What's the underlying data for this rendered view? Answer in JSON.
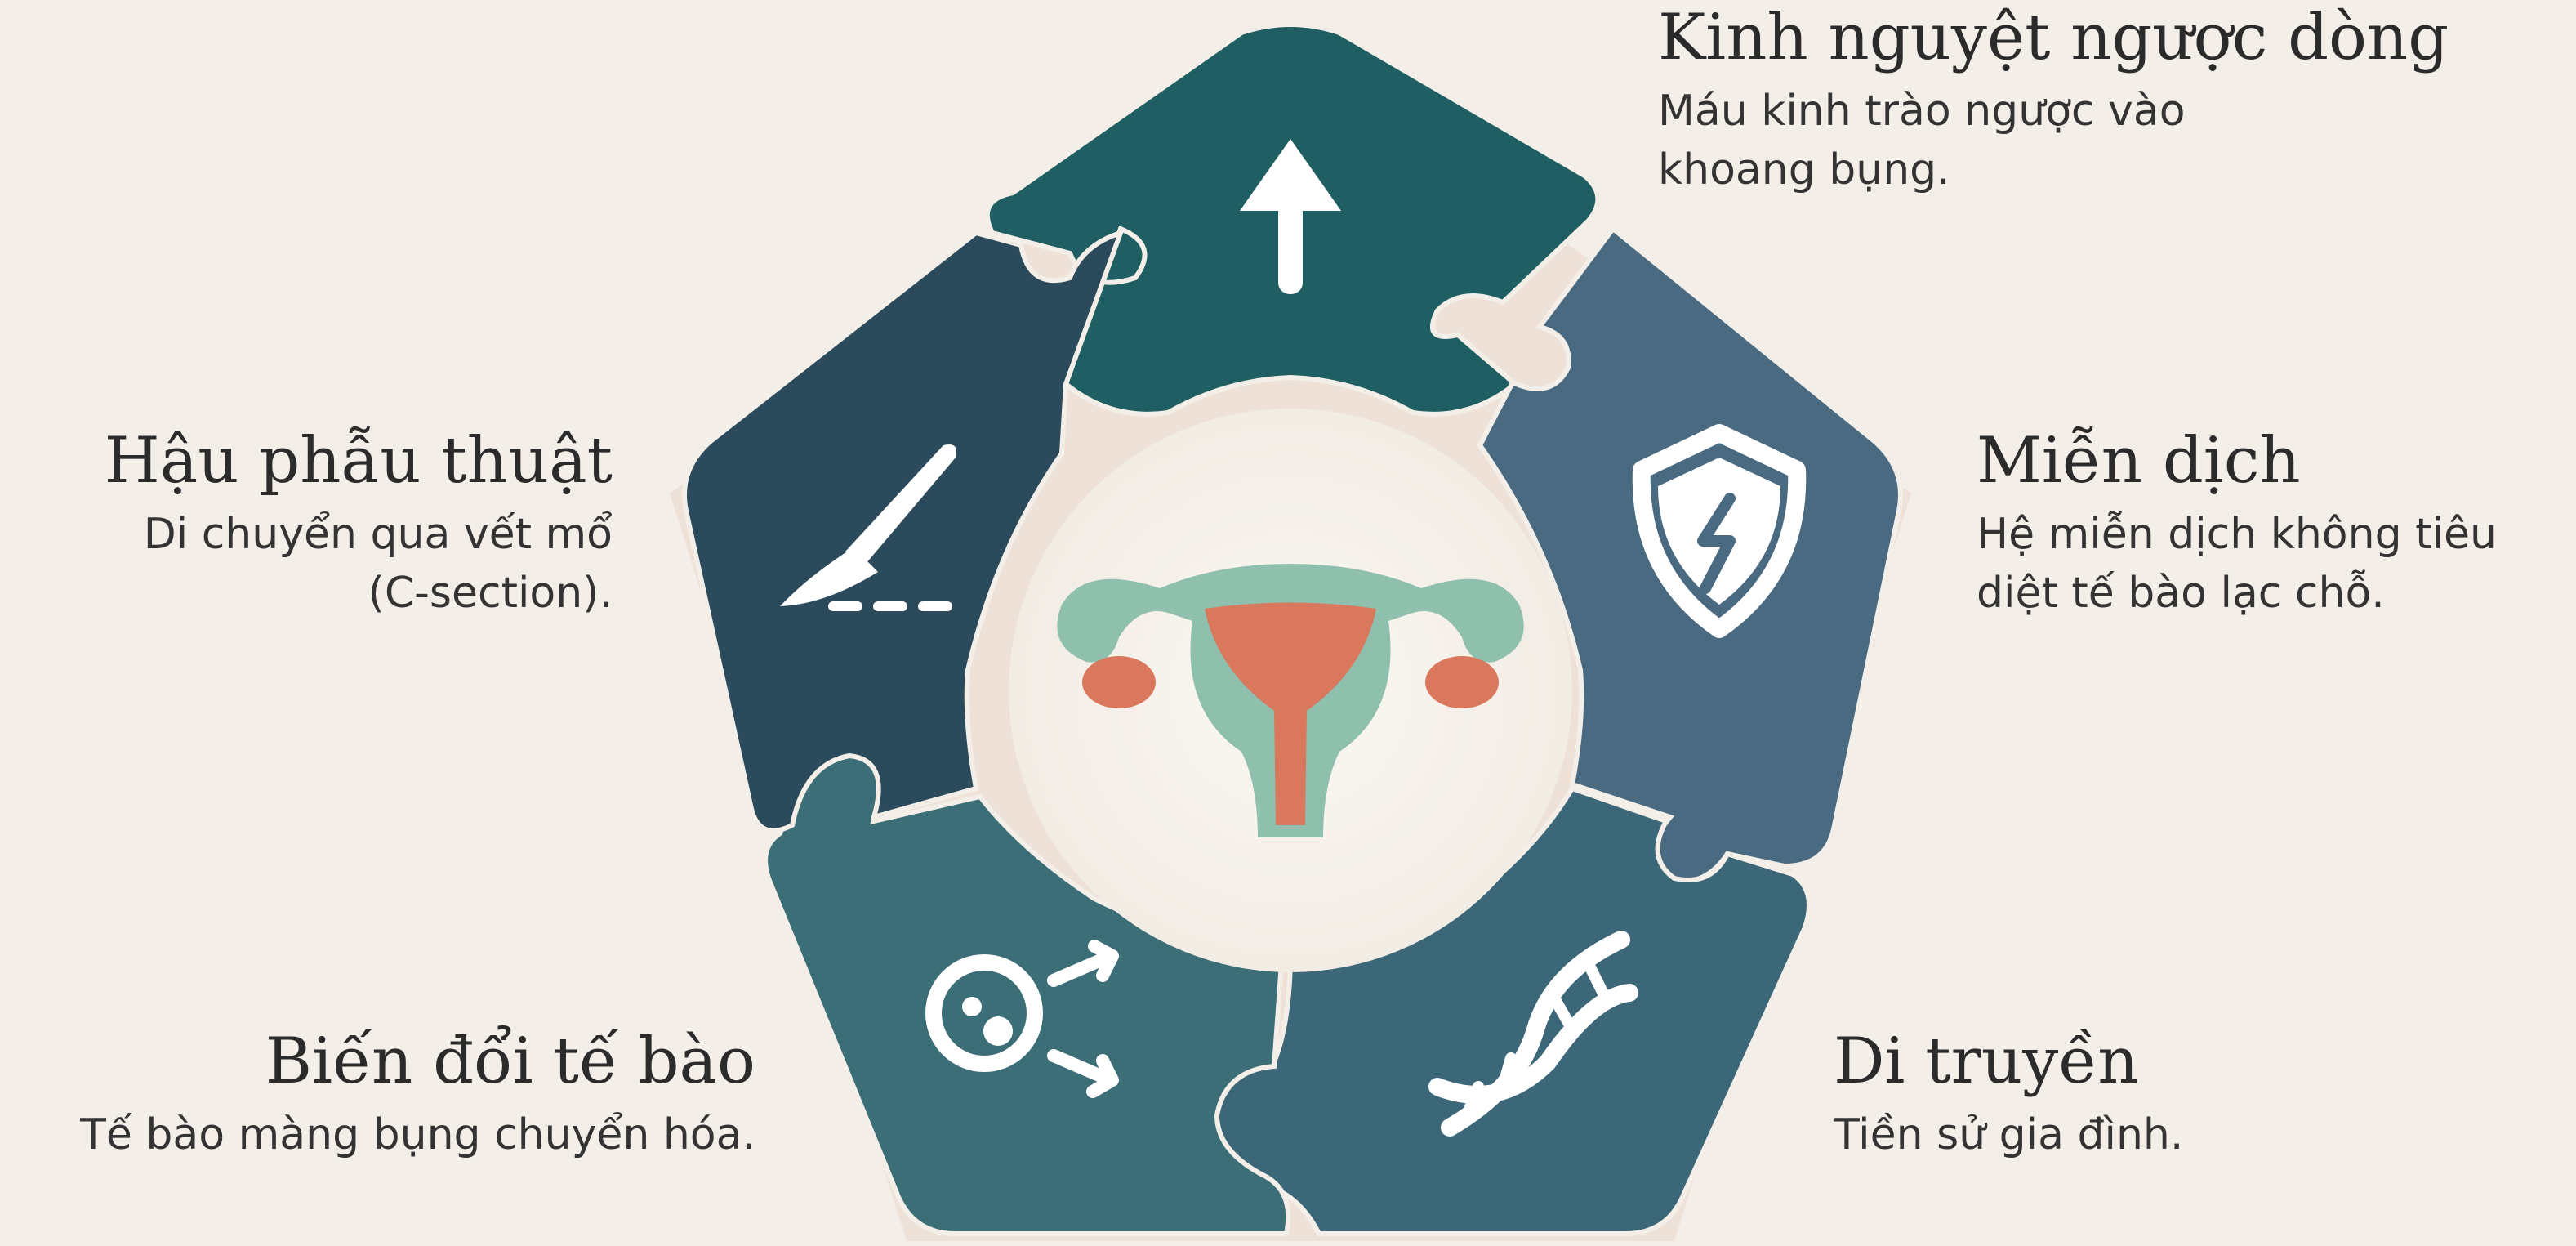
{
  "colors": {
    "background": "#f3efe8",
    "piece_top": "#1f5f63",
    "piece_left": "#2b4a5c",
    "piece_right": "#4a6a82",
    "piece_bottom_left": "#3c6e78",
    "piece_bottom_right": "#3b6778",
    "uterus": "#8fbfad",
    "uterus_inner": "#d9785c",
    "icon": "#ffffff"
  },
  "center": {
    "icon": "uterus-icon"
  },
  "factors": [
    {
      "key": "retrograde",
      "icon": "arrow-up-icon",
      "title": "Kinh nguyệt ngược dòng",
      "desc": [
        "Máu kinh trào ngược vào",
        "khoang bụng."
      ]
    },
    {
      "key": "immune",
      "icon": "shield-icon",
      "title": "Miễn dịch",
      "desc": [
        "Hệ miễn dịch không tiêu",
        "diệt tế bào lạc chỗ."
      ]
    },
    {
      "key": "genetic",
      "icon": "dna-icon",
      "title": "Di truyền",
      "desc": [
        "Tiền sử gia đình."
      ]
    },
    {
      "key": "metaplasia",
      "icon": "cell-transform-icon",
      "title": "Biến đổi tế bào",
      "desc": [
        "Tế bào màng bụng chuyển hóa."
      ]
    },
    {
      "key": "surgery",
      "icon": "scalpel-icon",
      "title": "Hậu phẫu thuật",
      "desc": [
        "Di chuyển qua vết mổ",
        "(C-section)."
      ]
    }
  ]
}
